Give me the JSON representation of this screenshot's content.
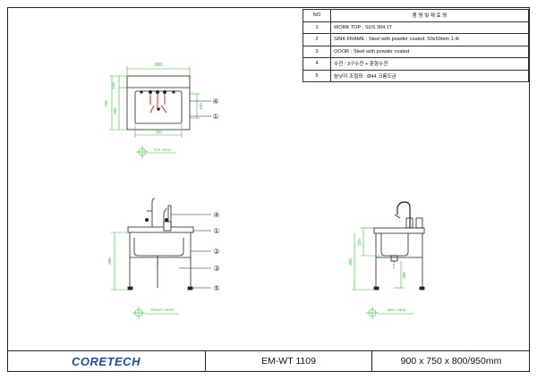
{
  "parts_table": {
    "headers": {
      "no": "NO",
      "name": "품 명  및  재 료 명"
    },
    "rows": [
      {
        "no": "1",
        "text": "WORK TOP : SUS 304 1T"
      },
      {
        "no": "2",
        "text": "SINK FRAME : Steel with powder coated. 50x50mm 1.4t"
      },
      {
        "no": "3",
        "text": "OOOR : Steel with powder coated"
      },
      {
        "no": "4",
        "text": "수전 : 3구수전 + 훈항수전"
      },
      {
        "no": "5",
        "text": "높낮이 조절좌 : Ø44 크롬도금"
      }
    ]
  },
  "title_block": {
    "company": "CORETECH",
    "model": "EM-WT 1109",
    "size": "900 x 750 x 800/950mm"
  },
  "top_view": {
    "caption": "TOP VIEW",
    "dims": {
      "width": "900",
      "depth": "750",
      "inner_width": "700",
      "inner_depth": "600",
      "back": "150",
      "side": "450"
    },
    "callouts": [
      "④",
      "①"
    ]
  },
  "front_view": {
    "caption": "FRONT VIEW",
    "dims": {
      "height": "800"
    },
    "callouts": [
      "④",
      "①",
      "②",
      "③",
      "⑤"
    ]
  },
  "side_view": {
    "caption": "SIDE VIEW",
    "dims": {
      "height": "800",
      "bowl": "220",
      "drain": "350"
    }
  },
  "colors": {
    "dimension": "#2bbf2b",
    "faucet_red": "#e02020",
    "logo": "#1f4c9e",
    "line": "#222222"
  }
}
